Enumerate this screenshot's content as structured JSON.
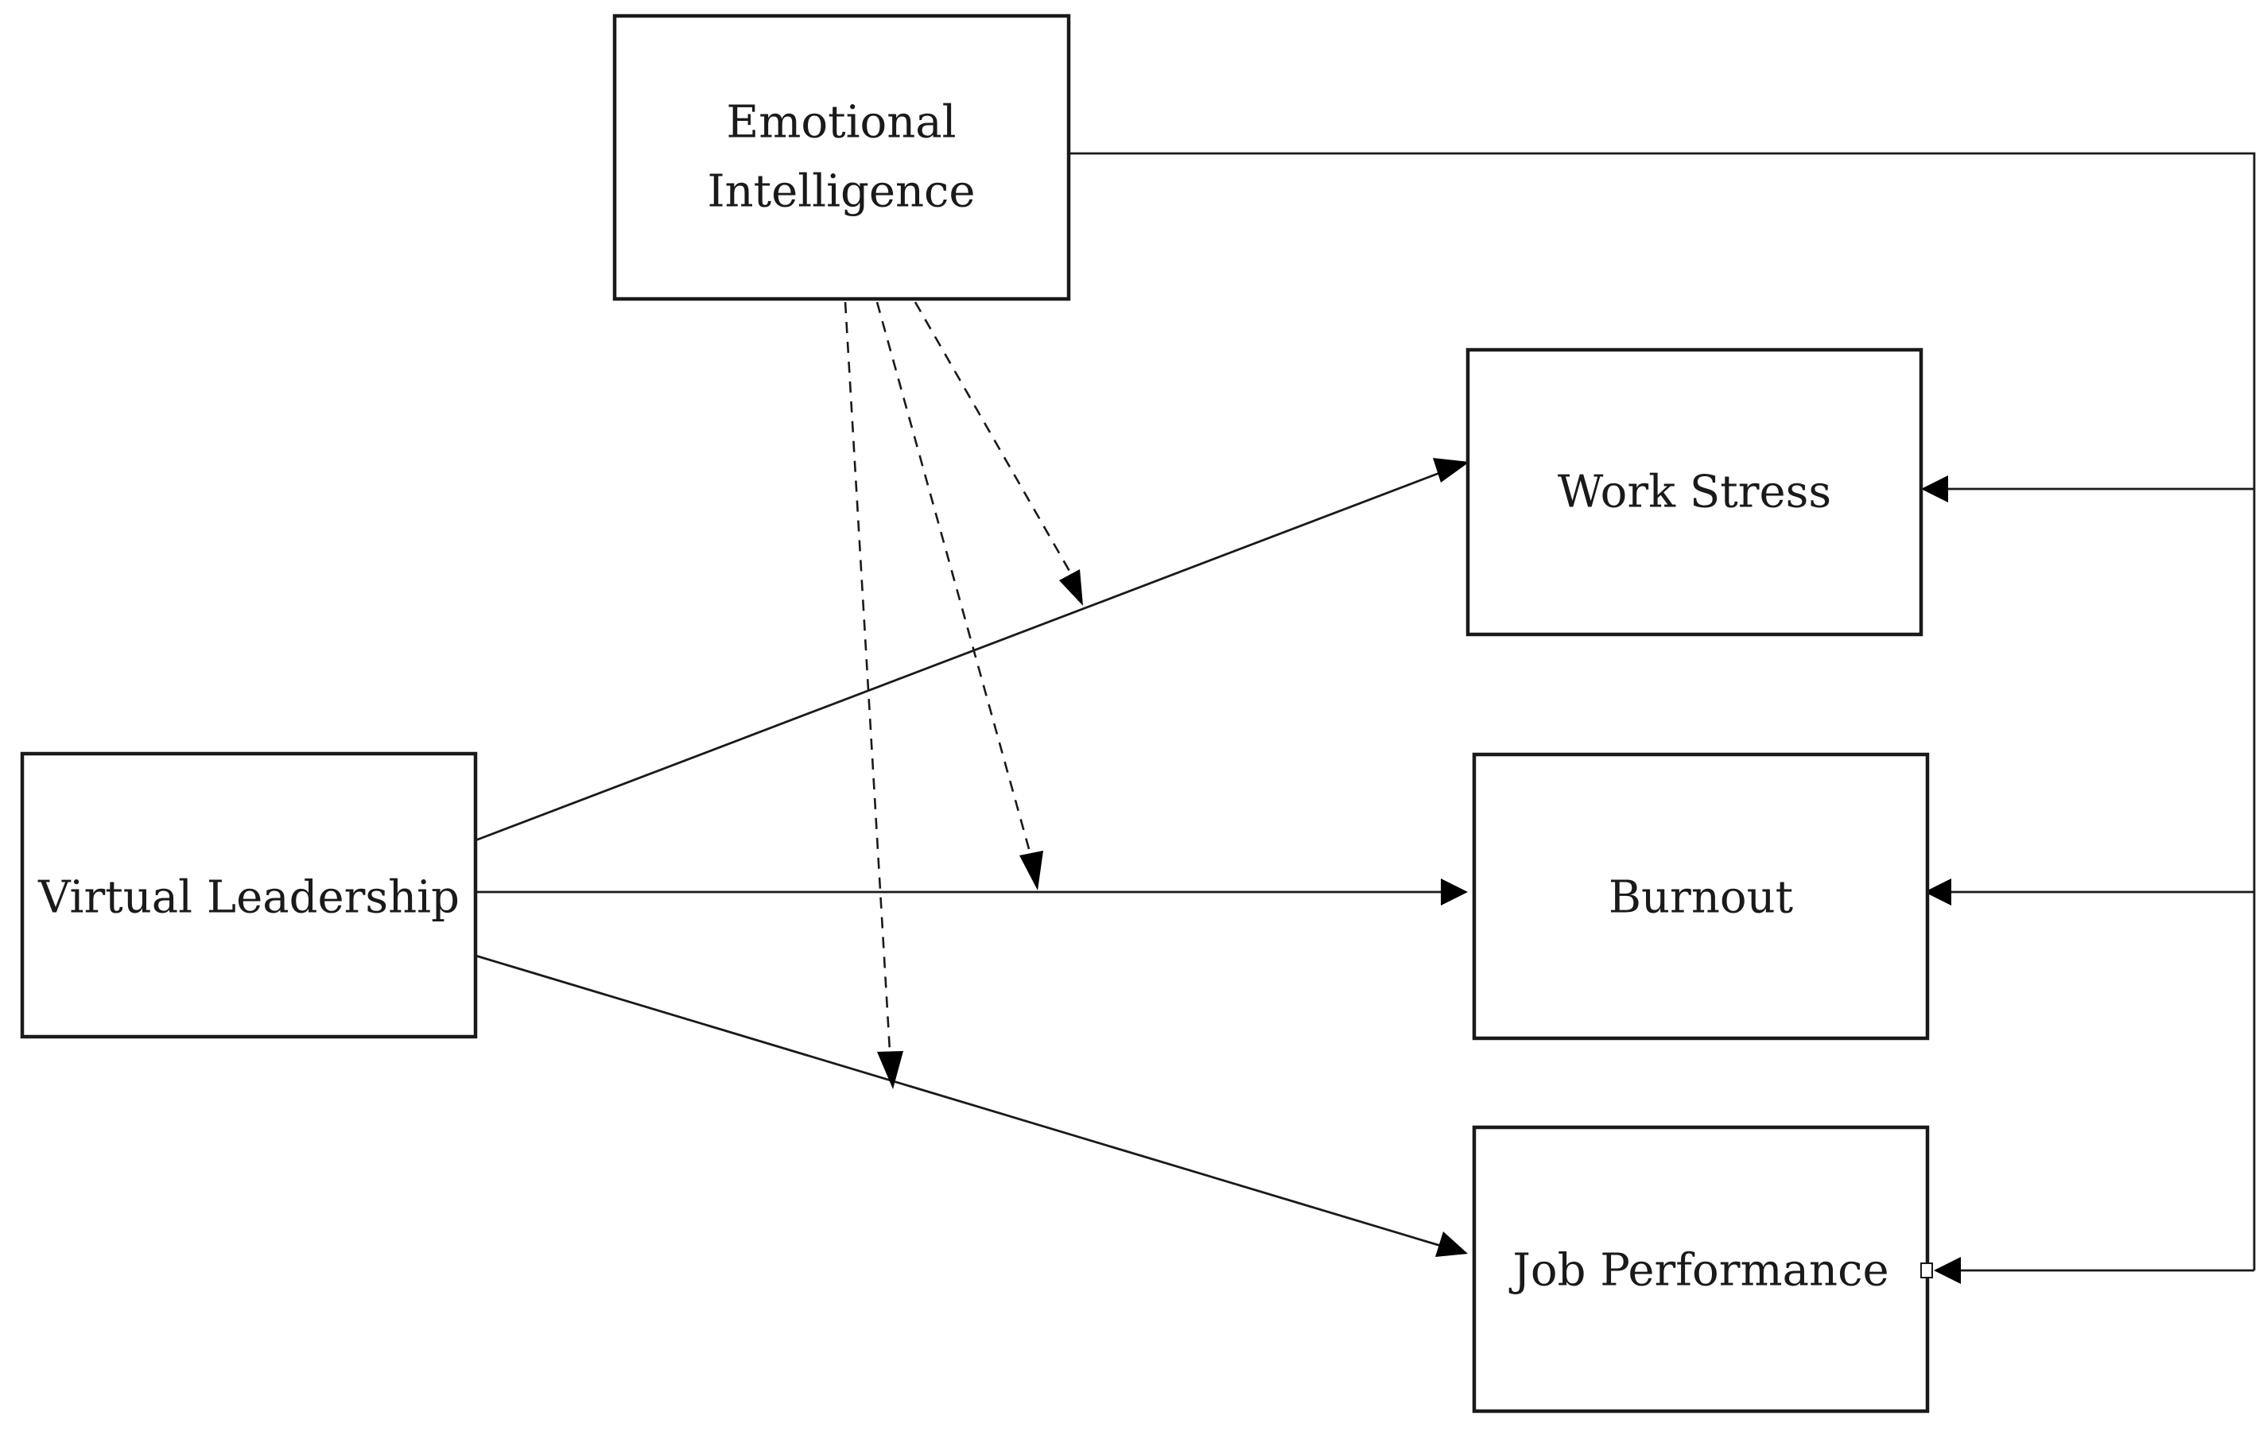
{
  "diagram": {
    "nodes": {
      "emotional_intelligence": {
        "line1": "Emotional",
        "line2": "Intelligence"
      },
      "virtual_leadership": {
        "label": "Virtual Leadership"
      },
      "work_stress": {
        "label": "Work Stress"
      },
      "burnout": {
        "label": "Burnout"
      },
      "job_performance": {
        "label": "Job Performance"
      }
    },
    "edges": [
      {
        "from": "Virtual Leadership",
        "to": "Work Stress",
        "style": "solid"
      },
      {
        "from": "Virtual Leadership",
        "to": "Burnout",
        "style": "solid"
      },
      {
        "from": "Virtual Leadership",
        "to": "Job Performance",
        "style": "solid"
      },
      {
        "from": "Emotional Intelligence",
        "to": "Work Stress",
        "style": "solid"
      },
      {
        "from": "Emotional Intelligence",
        "to": "Burnout",
        "style": "solid"
      },
      {
        "from": "Emotional Intelligence",
        "to": "Job Performance",
        "style": "solid"
      },
      {
        "from": "Emotional Intelligence",
        "to": "Virtual Leadership → Work Stress",
        "style": "dashed"
      },
      {
        "from": "Emotional Intelligence",
        "to": "Virtual Leadership → Burnout",
        "style": "dashed"
      },
      {
        "from": "Emotional Intelligence",
        "to": "Virtual Leadership → Job Performance",
        "style": "dashed"
      }
    ],
    "colors": {
      "stroke": "#1a1a1a",
      "background": "#ffffff"
    }
  }
}
